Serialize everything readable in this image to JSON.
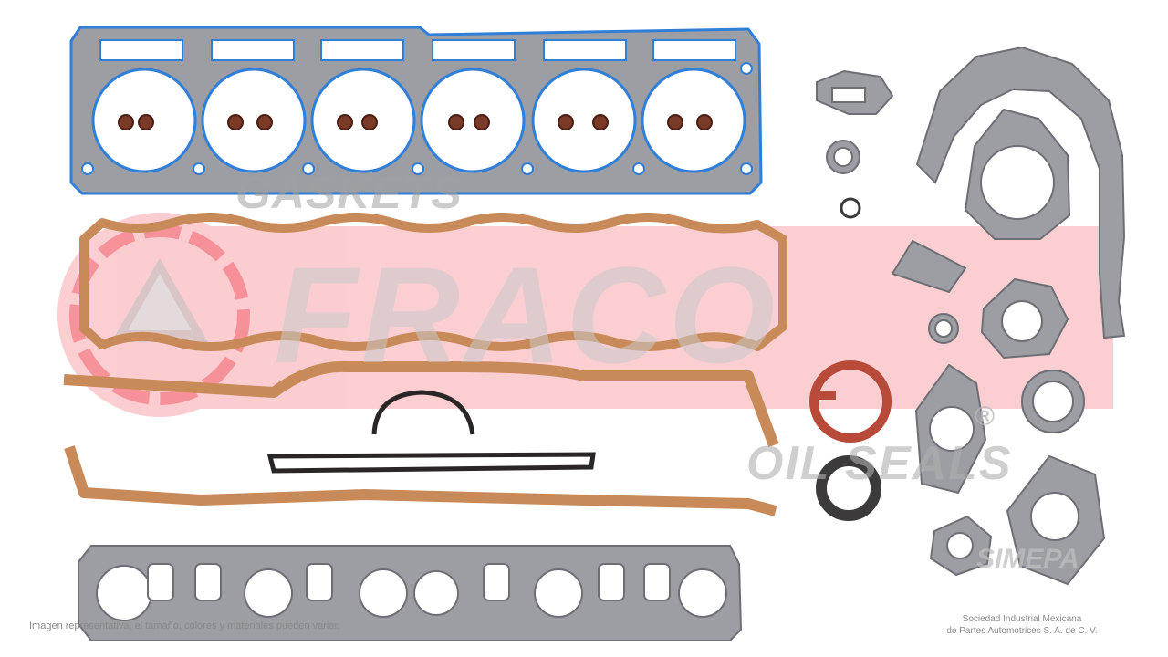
{
  "watermark": {
    "top_word": "GASKETS",
    "brand": "FRACO",
    "bottom_word": "OIL SEALS",
    "registered_mark": "®",
    "partner_logo": "SIMEPA"
  },
  "colors": {
    "brand_red": "#ee2233",
    "gasket_steel": "#9c9ea4",
    "sealer_blue": "#2f7fd8",
    "cork": "#c98a5a",
    "rubber_dark": "#3c3a3a",
    "seal_red": "#b84a3a"
  },
  "caption": "Imagen representativa, el tamaño, colores y materiales pueden variar.",
  "company": {
    "line1": "Sociedad Industrial Mexicana",
    "line2": "de Partes Automotrices S. A. de C. V."
  }
}
